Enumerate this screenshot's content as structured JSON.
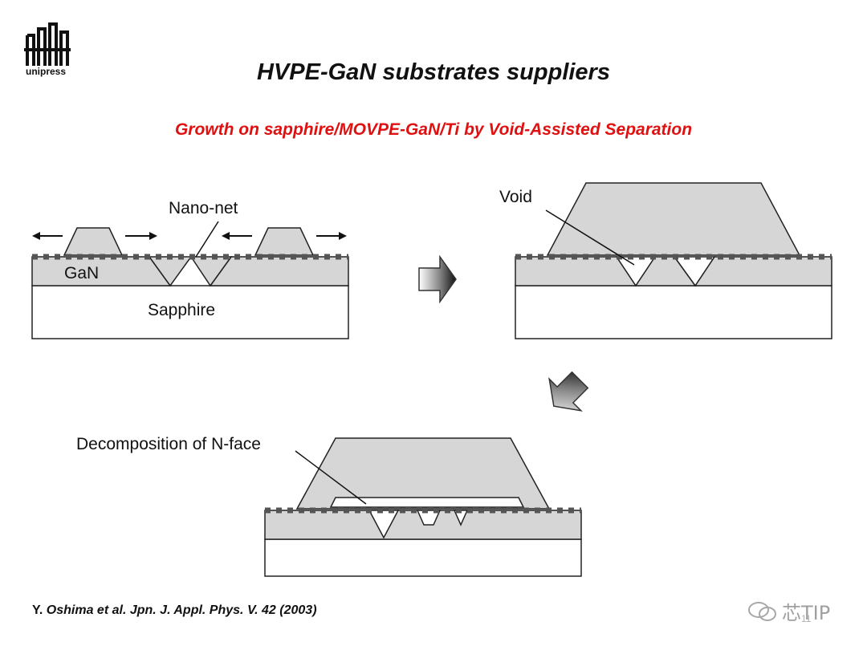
{
  "logo": {
    "text": "unipress"
  },
  "header": {
    "title": "HVPE-GaN substrates suppliers"
  },
  "subtitle": "Growth on sapphire/MOVPE-GaN/Ti by Void-Assisted Separation",
  "diagram": {
    "panel1": {
      "label_nanonet": "Nano-net",
      "label_gan": "GaN",
      "label_sapphire": "Sapphire"
    },
    "panel2": {
      "label_void": "Void"
    },
    "panel3": {
      "label_decomposition": "Decomposition of N-face"
    }
  },
  "citation": {
    "author": "Y.",
    "rest": "Oshima et al. Jpn. J. Appl. Phys. V. 42 (2003)"
  },
  "watermark": {
    "text": "芯TIP"
  },
  "page": {
    "number": "11"
  }
}
